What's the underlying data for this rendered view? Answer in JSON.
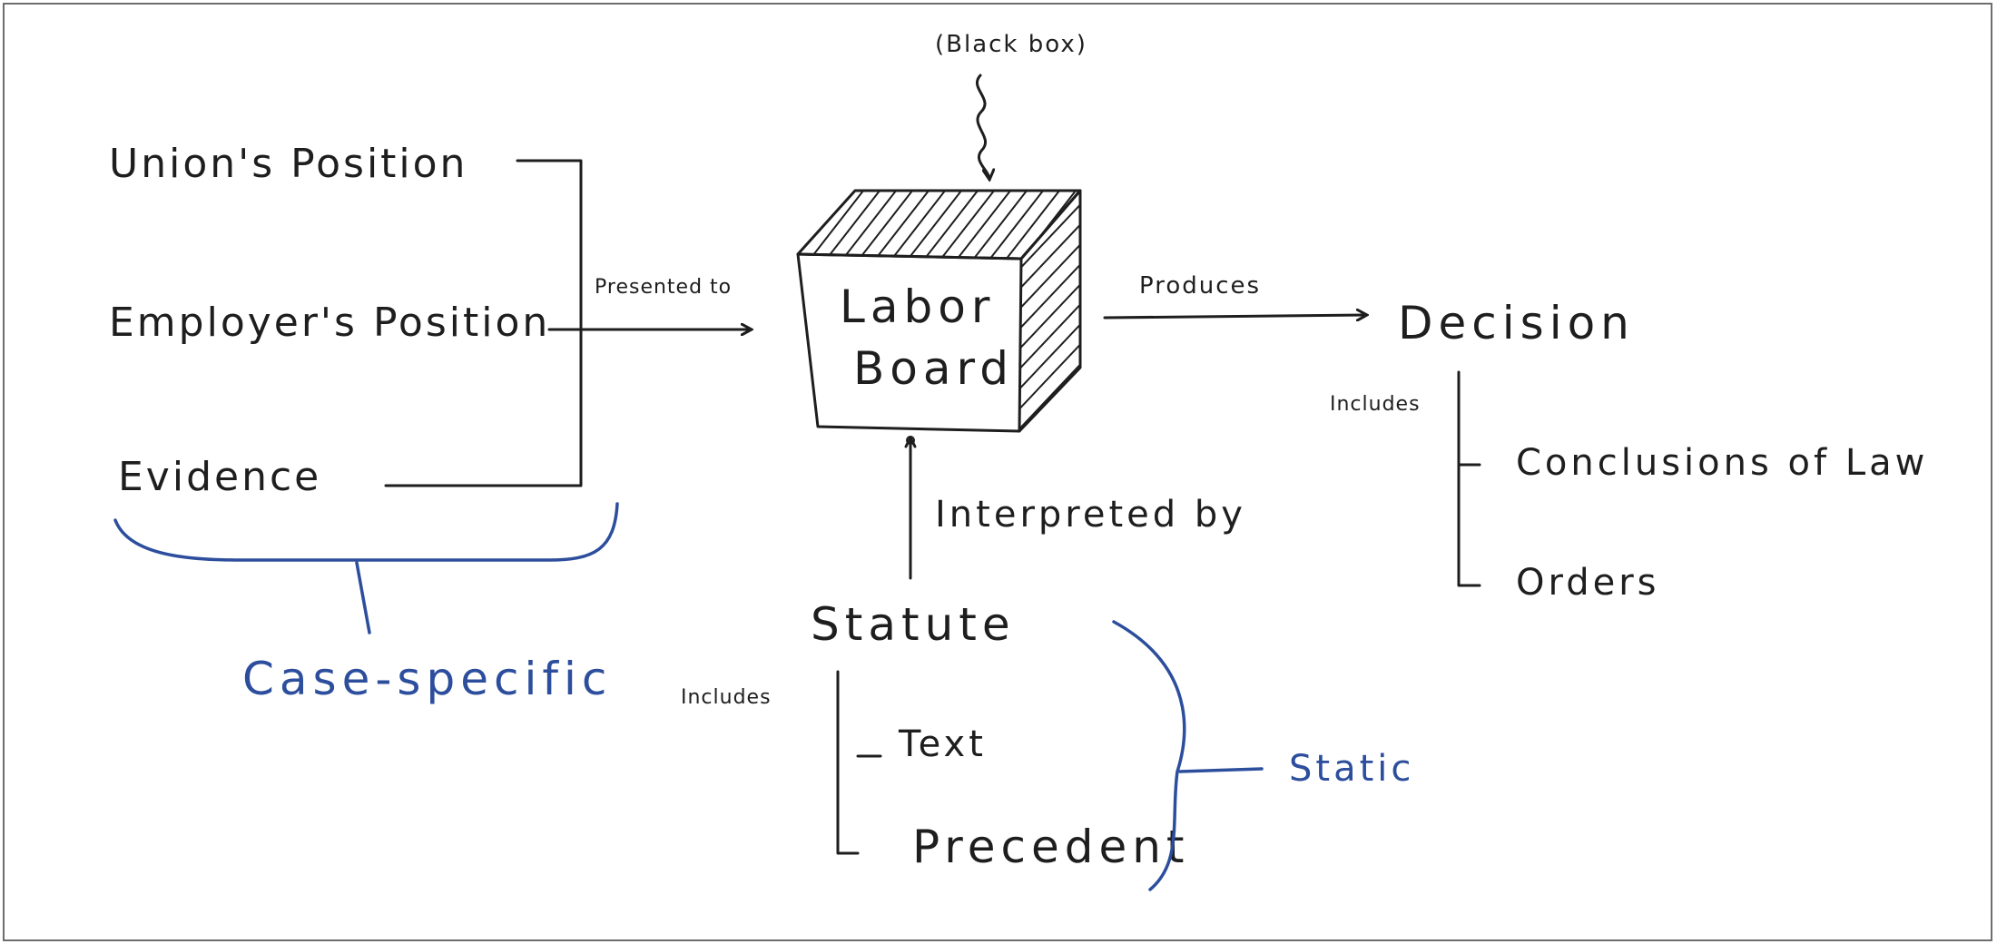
{
  "diagram": {
    "inputs": [
      "Union's Position",
      "Employer's Position",
      "Evidence"
    ],
    "edge_presented": "Presented to",
    "black_box_note": "(Black box)",
    "board": {
      "line1": "Labor",
      "line2": "Board"
    },
    "edge_produces": "Produces",
    "output": "Decision",
    "output_includes_label": "Includes",
    "output_items": [
      "Conclusions of Law",
      "Orders"
    ],
    "edge_interpreted": "Interpreted by",
    "statute": "Statute",
    "statute_includes_label": "Includes",
    "statute_items": [
      "Text",
      "Precedent"
    ],
    "group_case_specific": "Case-specific",
    "group_static": "Static"
  },
  "colors": {
    "ink": "#1e1e1e",
    "blue_ink": "#2c4e9c",
    "frame": "#6e6e6e"
  }
}
